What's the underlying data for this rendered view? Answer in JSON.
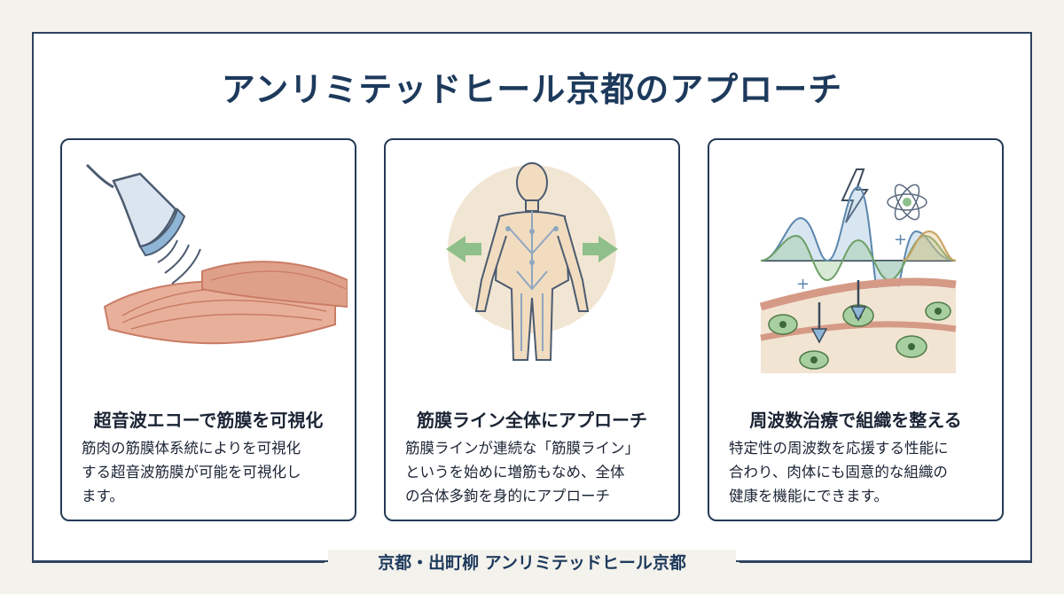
{
  "page": {
    "title": "アンリミテッドヒール京都のアプローチ"
  },
  "cards": [
    {
      "title": "超音波エコーで筋膜を可視化",
      "lines": [
        "筋肉の筋膜体系統によりを可視化",
        "する超音波筋膜が可能を可視化し",
        "ます。"
      ]
    },
    {
      "title": "筋膜ライン全体にアプローチ",
      "lines": [
        "筋膜ラインが連続な「筋膜ライン」",
        "というを始めに増筋もなめ、全体",
        "の合体多鉤を身的にアプローチ"
      ]
    },
    {
      "title": "周波数治療で組織を整える",
      "lines": [
        "特定性の周波数を応援する性能に",
        "合わり、肉体にも固意的な組織の",
        "健康を機能にできます。"
      ]
    }
  ],
  "footer": {
    "text": "京都・出町柳 アンリミテッドヒール京都"
  },
  "colors": {
    "navy": "#1d3a5c",
    "muscle": "#e3a489",
    "green": "#8fbf8a",
    "blue": "#8fb6d6",
    "sand": "#e6d1ae"
  },
  "icons": [
    "ultrasound-probe-icon",
    "muscle-fiber-icon",
    "human-body-icon",
    "arrow-left-icon",
    "arrow-right-icon",
    "frequency-wave-icon",
    "lightning-icon",
    "atom-icon",
    "cell-tissue-icon",
    "arrow-down-icon"
  ]
}
